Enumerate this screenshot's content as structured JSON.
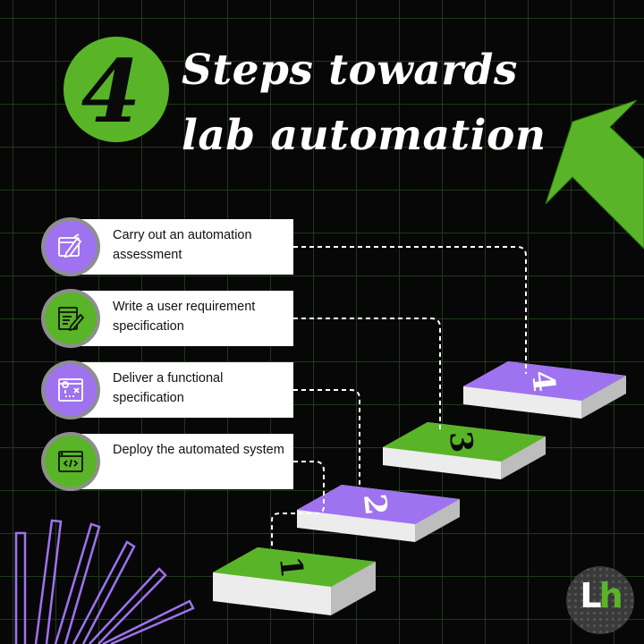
{
  "title": {
    "number": "4",
    "line1": "Steps towards",
    "line2": "lab automation"
  },
  "steps": [
    {
      "number": "1",
      "label": "Deploy the automated system",
      "icon": "code-window-icon",
      "badge_color": "#59b527"
    },
    {
      "number": "2",
      "label": "Deliver a functional specification",
      "icon": "route-window-icon",
      "badge_color": "#9f72f0"
    },
    {
      "number": "3",
      "label": "Write a user requirement specification",
      "icon": "document-pen-icon",
      "badge_color": "#59b527"
    },
    {
      "number": "4",
      "label": "Carry out an automation assessment",
      "icon": "browser-pen-icon",
      "badge_color": "#9f72f0"
    }
  ],
  "logo": {
    "part1": "L",
    "part2": "h"
  },
  "colors": {
    "background": "#070707",
    "grid": "#1e3a1a",
    "green": "#59b527",
    "purple": "#9f72f0",
    "white": "#ffffff"
  }
}
